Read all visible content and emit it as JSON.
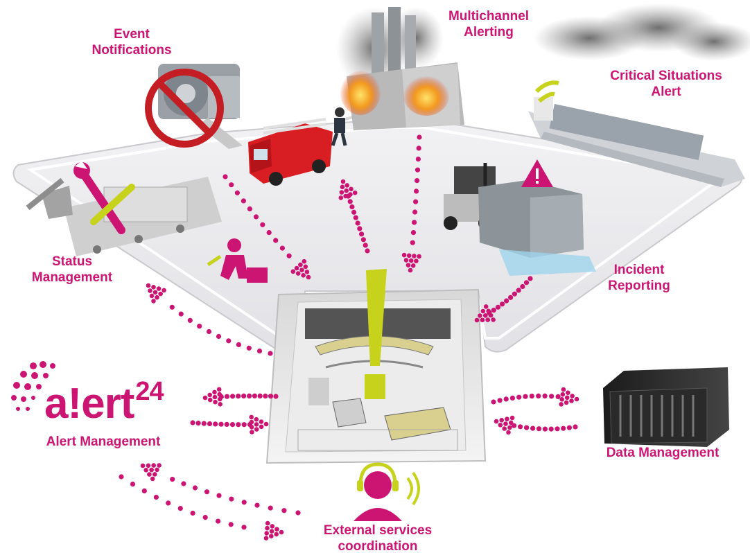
{
  "labels": {
    "event_notifications": [
      "Event",
      "Notifications"
    ],
    "multichannel_alerting": [
      "Multichannel",
      "Alerting"
    ],
    "critical_situations_alert": [
      "Critical Situations",
      "Alert"
    ],
    "status_management": [
      "Status",
      "Management"
    ],
    "incident_reporting": [
      "Incident",
      "Reporting"
    ],
    "alert_management": "Alert Management",
    "data_management": "Data Management",
    "external_services": [
      "External services",
      "coordination"
    ]
  },
  "logo": {
    "main": "a!ert",
    "superscript": "24"
  },
  "colors": {
    "accent_magenta": "#cc1473",
    "accent_lime": "#c7d21c",
    "platform_gray": "#e9e9ec",
    "alert_red": "#c51d24",
    "fire_orange": "#f39a1f"
  },
  "icons": [
    "no-entry-icon",
    "warning-triangle-icon",
    "wireless-signal-icon",
    "headset-operator-icon",
    "wrench-icon",
    "running-worker-icon",
    "exclamation-icon"
  ]
}
